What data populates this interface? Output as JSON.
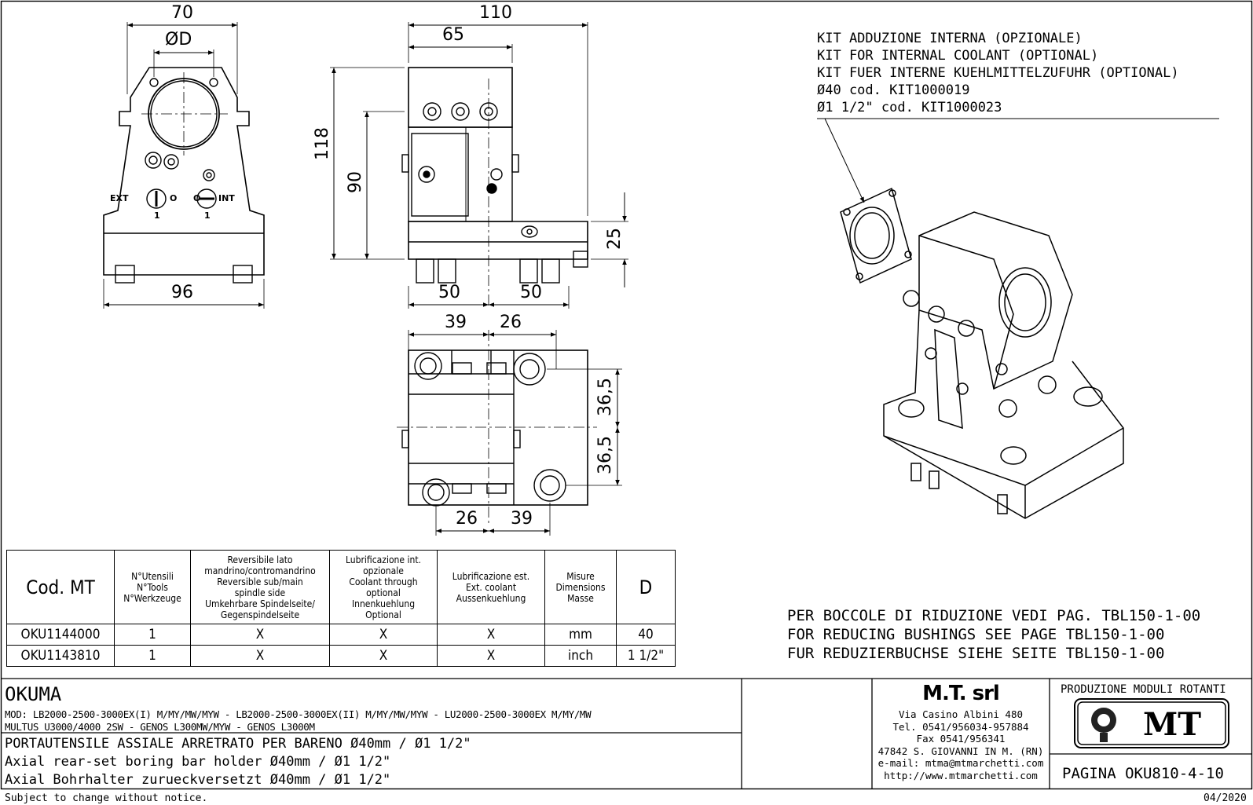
{
  "views": {
    "front": {
      "width_top": "70",
      "diameter": "ØD",
      "width_bottom": "96",
      "ext_label": "EXT",
      "o_label_left": "O",
      "one_left": "1",
      "o_label_right": "O",
      "int_label": "INT",
      "one_right": "1"
    },
    "side": {
      "width_total": "110",
      "width_upper": "65",
      "height_total": "118",
      "height_upper": "90",
      "height_lower": "25",
      "base_left": "50",
      "base_right": "50"
    },
    "top": {
      "left_top": "39",
      "right_top": "26",
      "upper_half": "36,5",
      "lower_half": "36,5",
      "left_bottom": "26",
      "right_bottom": "39"
    }
  },
  "coolant_note": {
    "lines": [
      "KIT ADDUZIONE INTERNA (OPZIONALE)",
      "KIT FOR INTERNAL COOLANT (OPTIONAL)",
      "KIT FUER INTERNE KUEHLMITTELZUFUHR (OPTIONAL)",
      "Ø40  cod. KIT1000019",
      "Ø1 1/2\"  cod. KIT1000023"
    ]
  },
  "bushings_note": {
    "lines": [
      "PER BOCCOLE DI RIDUZIONE VEDI PAG. TBL150-1-00",
      "FOR REDUCING BUSHINGS SEE PAGE TBL150-1-00",
      "FUR REDUZIERBUCHSE SIEHE SEITE TBL150-1-00"
    ]
  },
  "spec_table": {
    "headers": {
      "code": "Cod. MT",
      "tools_1": "N°Utensili",
      "tools_2": "N°Tools",
      "tools_3": "N°Werkzeuge",
      "rev_1": "Reversibile lato",
      "rev_2": "mandrino/contromandrino",
      "rev_3": "Reversible sub/main",
      "rev_4": "spindle side",
      "rev_5": "Umkehrbare Spindelseite/",
      "rev_6": "Gegenspindelseite",
      "int_1": "Lubrificazione int.",
      "int_2": "opzionale",
      "int_3": "Coolant through",
      "int_4": "optional",
      "int_5": "Innenkuehlung",
      "int_6": "Optional",
      "ext_1": "Lubrificazione est.",
      "ext_2": "Ext. coolant",
      "ext_3": "Aussenkuehlung",
      "dim_1": "Misure",
      "dim_2": "Dimensions",
      "dim_3": "Masse",
      "d": "D"
    },
    "rows": [
      {
        "code": "OKU1144000",
        "tools": "1",
        "reversible": "X",
        "internal": "X",
        "external": "X",
        "units": "mm",
        "d": "40"
      },
      {
        "code": "OKU1143810",
        "tools": "1",
        "reversible": "X",
        "internal": "X",
        "external": "X",
        "units": "inch",
        "d": "1 1/2\""
      }
    ]
  },
  "title_block": {
    "brand": "OKUMA",
    "models_1": "MOD: LB2000-2500-3000EX(I) M/MY/MW/MYW - LB2000-2500-3000EX(II) M/MY/MW/MYW - LU2000-2500-3000EX M/MY/MW",
    "models_2": "MULTUS U3000/4000 2SW - GENOS L300MW/MYW - GENOS L3000M",
    "desc_it": "PORTAUTENSILE ASSIALE ARRETRATO PER BARENO Ø40mm / Ø1 1/2\"",
    "desc_en": "Axial rear-set boring bar holder Ø40mm / Ø1 1/2\"",
    "desc_de": "Axial Bohrhalter zurueckversetzt Ø40mm / Ø1 1/2\""
  },
  "company": {
    "name": "M.T. srl",
    "addr_1": "Via Casino Albini 480",
    "addr_2": "Tel. 0541/956034-957884",
    "addr_3": "Fax 0541/956341",
    "addr_4": "47842 S. GIOVANNI IN M. (RN)",
    "addr_5": "e-mail: mtma@mtmarchetti.com",
    "addr_6": "http://www.mtmarchetti.com"
  },
  "product_line": "PRODUZIONE MODULI ROTANTI",
  "logo_text": "MT",
  "page": "PAGINA OKU810-4-10",
  "footer": {
    "disclaimer": "Subject to change without notice.",
    "date": "04/2020"
  }
}
